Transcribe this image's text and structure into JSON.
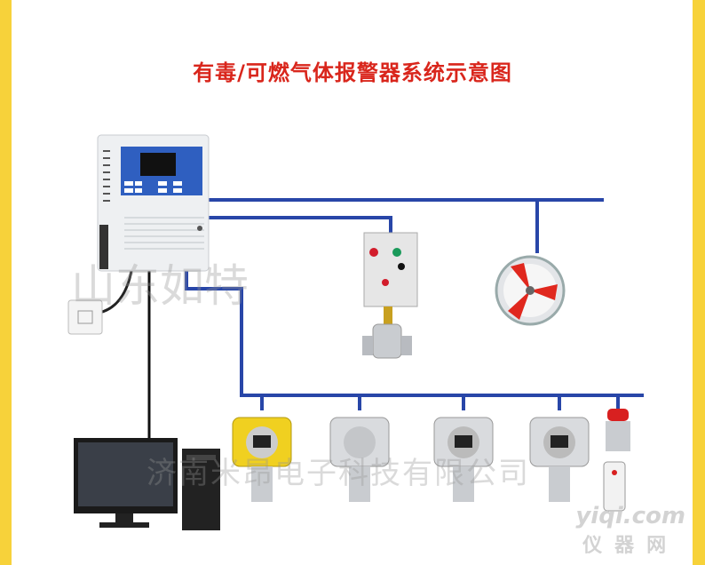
{
  "title": "有毒/可燃气体报警器系统示意图",
  "watermarks": {
    "top": "山东如特",
    "bottom": "济南米昂电子科技有限公司"
  },
  "site_logo": {
    "line1": "yiqi.com",
    "line2": "仪器网"
  },
  "colors": {
    "border": "#f7d23a",
    "title": "#d9261c",
    "wiring": "#2846a8",
    "fan_blade": "#e0281e",
    "detector": "#f0d020"
  }
}
